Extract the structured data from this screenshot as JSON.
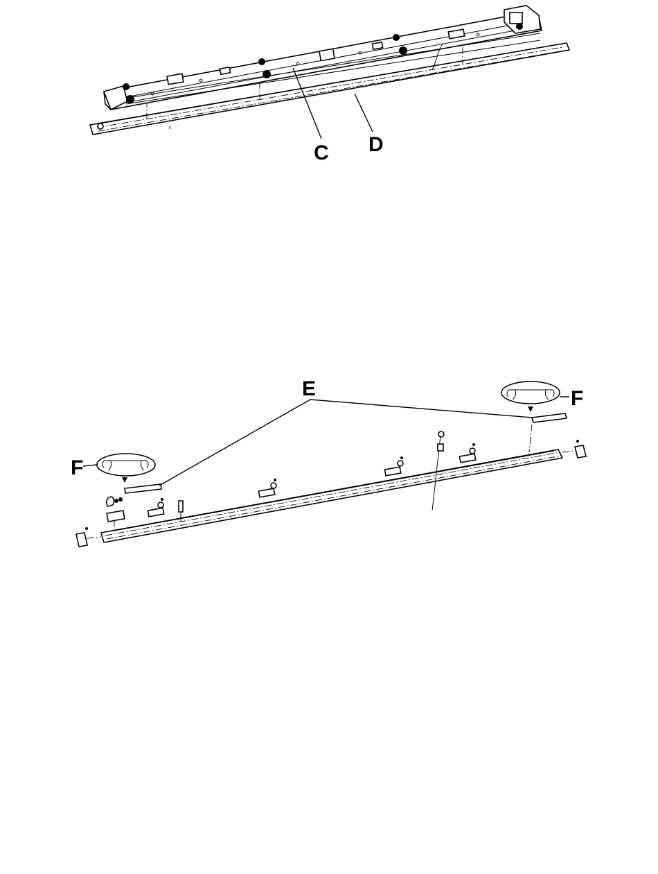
{
  "diagram": {
    "top_view": {
      "labels": {
        "c": "C",
        "d": "D"
      }
    },
    "bottom_view": {
      "labels": {
        "e": "E",
        "f_left": "F",
        "f_right": "F"
      }
    }
  }
}
